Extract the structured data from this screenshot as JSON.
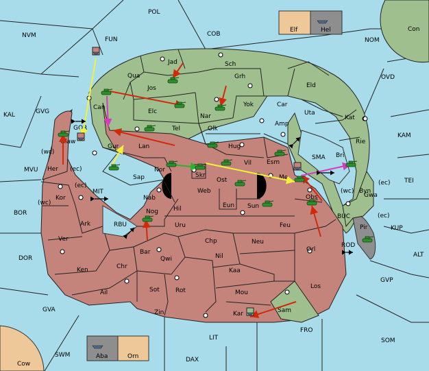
{
  "regions": {
    "seas": [
      "POL",
      "NVM",
      "FUN",
      "COB",
      "NOM",
      "Con",
      "KAL",
      "GVG",
      "OVD",
      "KAM",
      "SMA",
      "TEI",
      "MIT",
      "BOR",
      "MVU",
      "RBU",
      "BUC",
      "KUP",
      "ROD",
      "ALT",
      "DOR",
      "GVP",
      "GVA",
      "FRO",
      "SOM",
      "LIT",
      "SWM",
      "DAX",
      "Cow",
      "GOR"
    ],
    "red_lands": [
      "Glaw",
      "Her",
      "Kor",
      "Ver",
      "Ken",
      "Ail",
      "Gur",
      "Lan",
      "Sap",
      "Nor",
      "Skr",
      "Nab",
      "Hil",
      "Web",
      "Ost",
      "Vil",
      "Eun",
      "Sun",
      "Obs",
      "Nog",
      "Uru",
      "Bar",
      "Qwi",
      "Chr",
      "Chp",
      "Nil",
      "Neu",
      "Feu",
      "Orl",
      "Kaa",
      "Mou",
      "Sot",
      "Rot",
      "Zin",
      "Kar",
      "Los",
      "Ark",
      "Can",
      "Elc",
      "Tel"
    ],
    "green_lands": [
      "Jad",
      "Sch",
      "Qua",
      "Jos",
      "Grh",
      "Eld",
      "Nar",
      "Yok",
      "Car",
      "Uta",
      "Olk",
      "Amp",
      "Kat",
      "Hug",
      "Esm",
      "Rie",
      "Bri",
      "Me",
      "Byn",
      "Gwa",
      "Sam"
    ],
    "grey_lands": [
      "Pir"
    ],
    "tan_boxes": [
      "Elf",
      "Orn"
    ],
    "grey_boxes": [
      "Hel",
      "Aba"
    ]
  },
  "labels": {
    "coast_wc": "(wc)",
    "coast_ec": "(ec)"
  },
  "colors": {
    "sea": "#a8dcea",
    "red": "#c4847c",
    "green": "#9fc08e",
    "tan": "#efc899",
    "grey": "#8e8e8e"
  },
  "icons": [
    "tank-icon",
    "boat-icon",
    "supply-center-icon",
    "move-arrow-icon",
    "double-arrow-icon"
  ]
}
